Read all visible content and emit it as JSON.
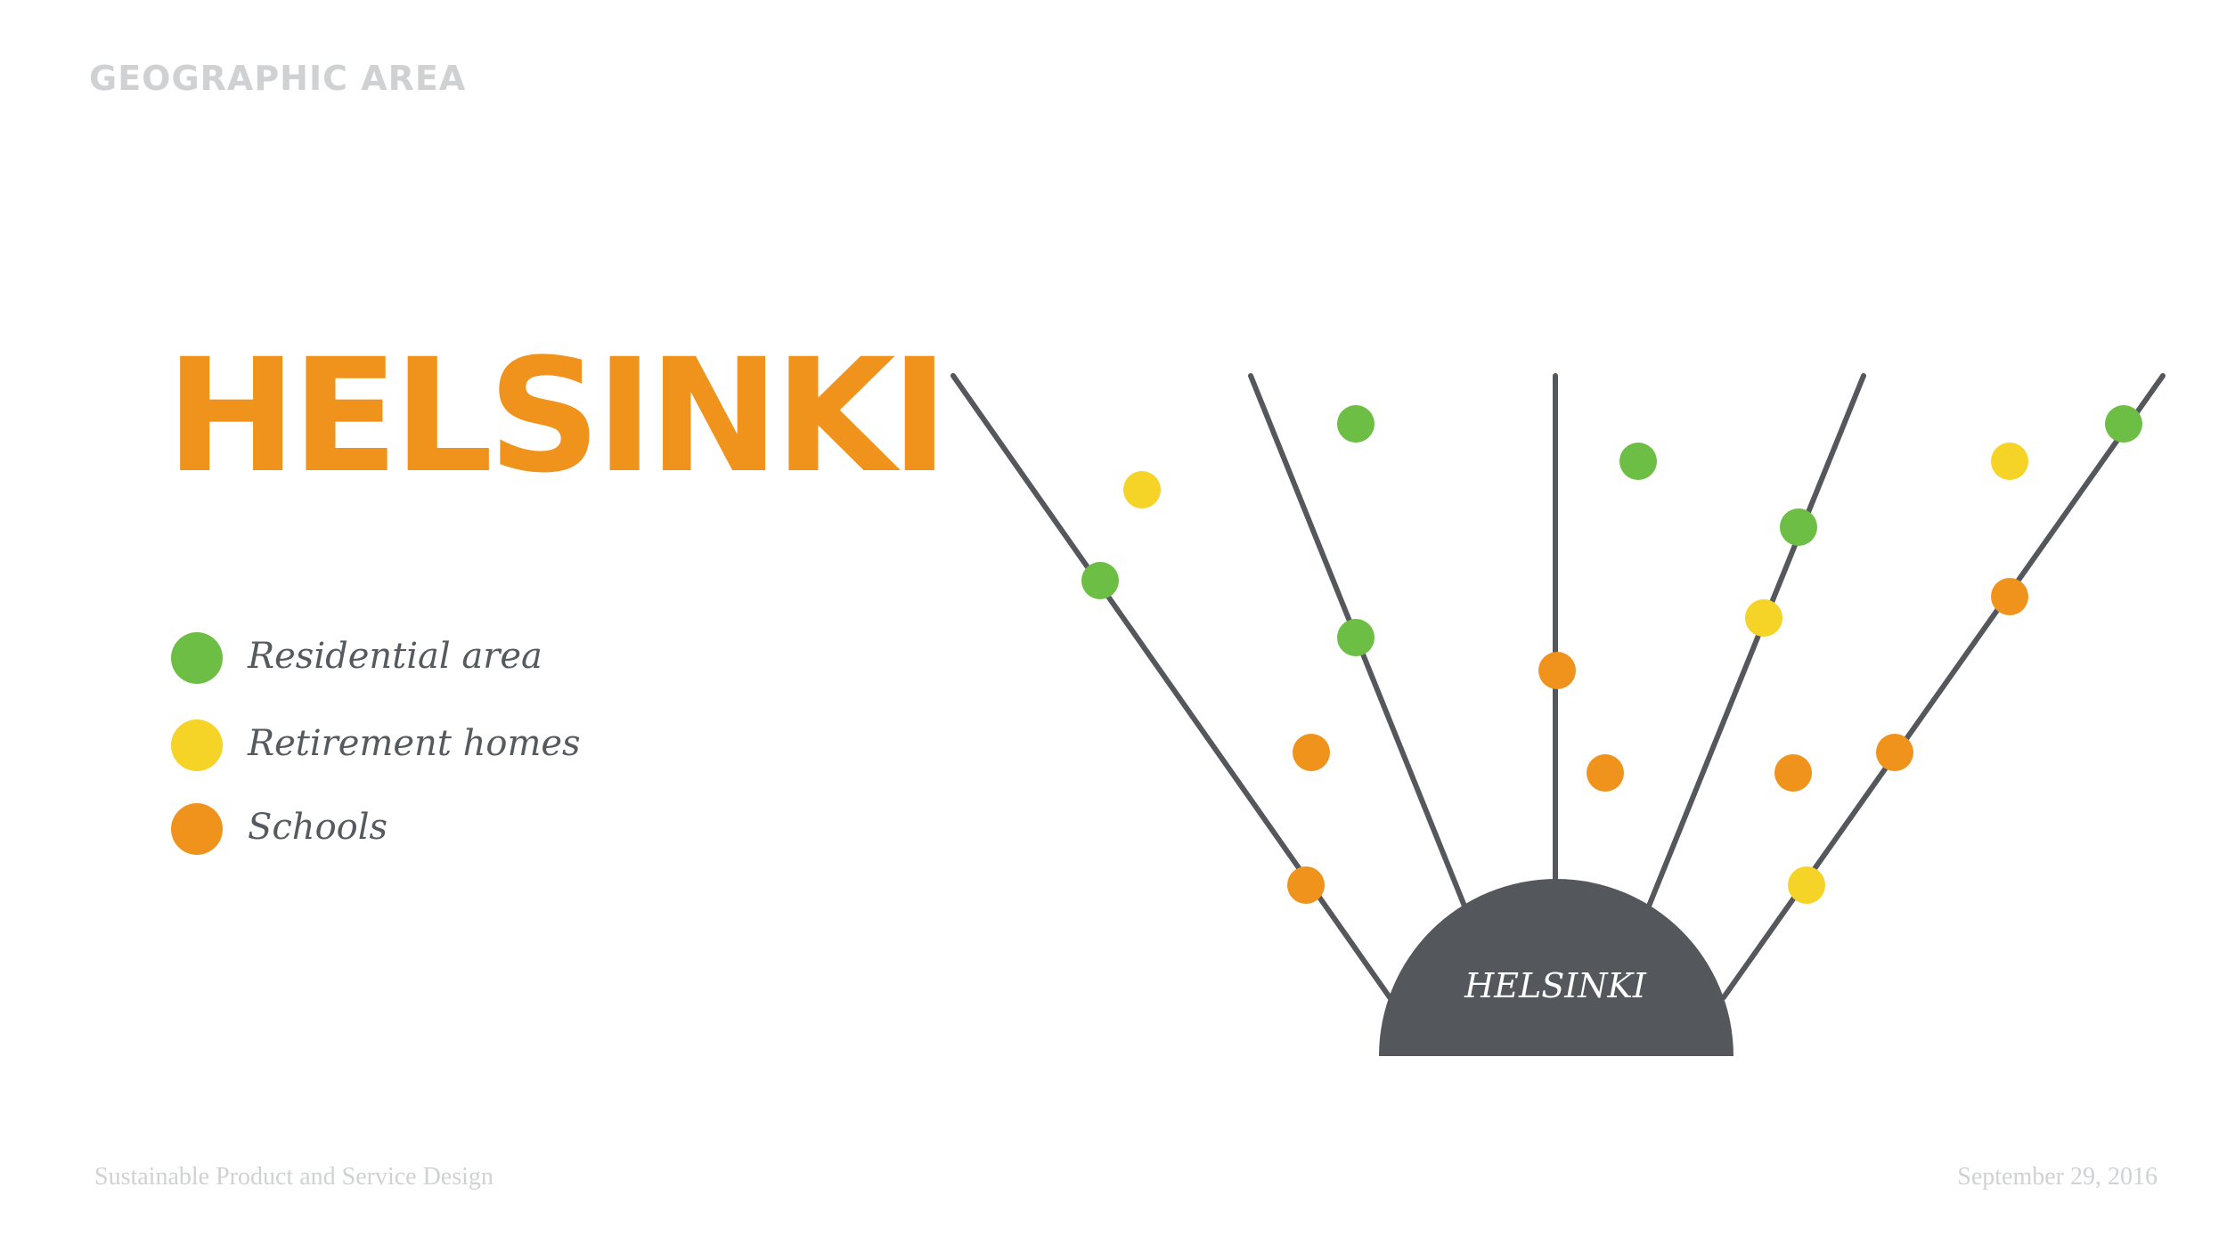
{
  "header": {
    "section_title": "GEOGRAPHIC AREA"
  },
  "hero": {
    "title": "HELSINKI"
  },
  "legend": [
    {
      "label": "Residential area",
      "color": "#6cbe45"
    },
    {
      "label": "Retirement homes",
      "color": "#f5d327"
    },
    {
      "label": "Schools",
      "color": "#f0931c"
    }
  ],
  "diagram": {
    "hub_label": "HELSINKI",
    "hub_color": "#54585c",
    "line_color": "#54585c"
  },
  "footer": {
    "left": "Sustainable Product and Service Design",
    "right": "September 29, 2016"
  }
}
